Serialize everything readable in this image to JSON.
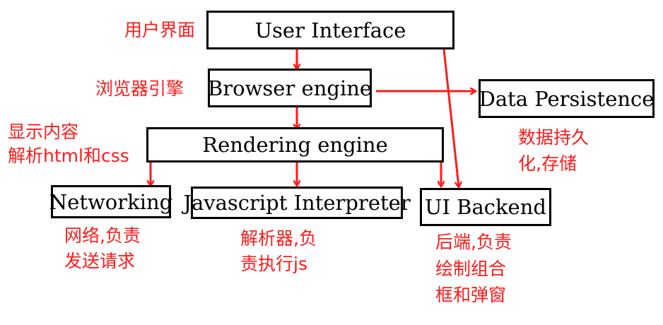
{
  "boxes": {
    "ui": "User Interface",
    "browser": "Browser engine",
    "data": "Data Persistence",
    "render": "Rendering engine",
    "network": "Networking",
    "js": "Javascript Interpreter",
    "backend": "UI Backend"
  },
  "notes": {
    "ui": "用户界面",
    "browser": "浏览器引擎",
    "render_1": "显示内容",
    "render_2": "解析html和css",
    "data_1": "数据持久",
    "data_2": "化,存储",
    "network_1": "网络,负责",
    "network_2": "发送请求",
    "js_1": "解析器,负",
    "js_2": "责执行js",
    "backend_1": "后端,负责",
    "backend_2": "绘制组合",
    "backend_3": "框和弹窗"
  },
  "colors": {
    "arrow": "#ff1a1a",
    "box_border": "#000000"
  }
}
